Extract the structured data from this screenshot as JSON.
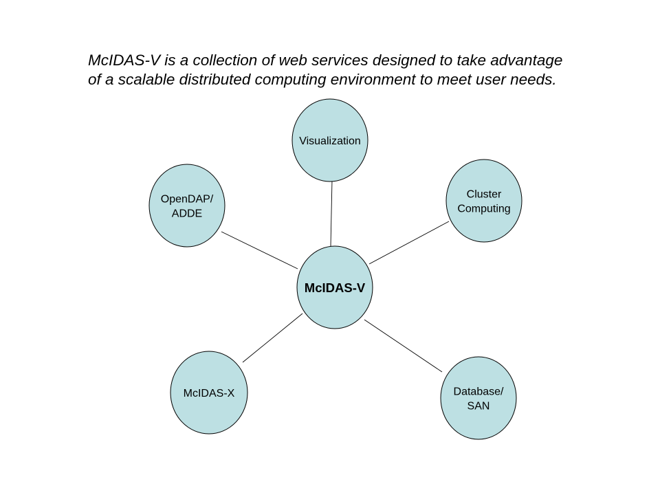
{
  "caption": {
    "line1": "McIDAS-V is a collection of web services designed to take advantage",
    "line2": "of a scalable distributed computing environment to meet user needs."
  },
  "colors": {
    "node_fill": "#BDE0E3",
    "stroke": "#000000",
    "background": "#FFFFFF"
  },
  "hub": {
    "label": [
      "McIDAS-V"
    ]
  },
  "nodes": [
    {
      "id": "visualization",
      "label": [
        "Visualization"
      ]
    },
    {
      "id": "cluster-computing",
      "label": [
        "Cluster",
        "Computing"
      ]
    },
    {
      "id": "database-san",
      "label": [
        "Database/",
        "SAN"
      ]
    },
    {
      "id": "mcidas-x",
      "label": [
        "McIDAS-X"
      ]
    },
    {
      "id": "opendap-adde",
      "label": [
        "OpenDAP/",
        "ADDE"
      ]
    }
  ]
}
